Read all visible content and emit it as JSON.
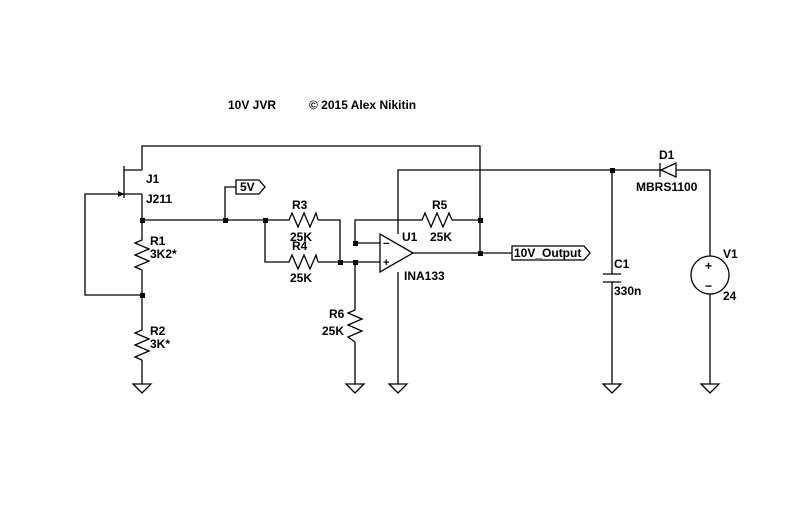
{
  "title": "10V JVR",
  "copyright": "© 2015 Alex Nikitin",
  "components": {
    "j1": {
      "ref": "J1",
      "value": "J211"
    },
    "r1": {
      "ref": "R1",
      "value": "3K2*"
    },
    "r2": {
      "ref": "R2",
      "value": "3K*"
    },
    "r3": {
      "ref": "R3",
      "value": "25K"
    },
    "r4": {
      "ref": "R4",
      "value": "25K"
    },
    "r5": {
      "ref": "R5",
      "value": "25K"
    },
    "r6": {
      "ref": "R6",
      "value": "25K"
    },
    "u1": {
      "ref": "U1",
      "value": "INA133"
    },
    "c1": {
      "ref": "C1",
      "value": "330n"
    },
    "d1": {
      "ref": "D1",
      "value": "MBRS1100"
    },
    "v1": {
      "ref": "V1",
      "value": "24"
    }
  },
  "net_labels": {
    "ref5v": "5V",
    "output": "10V_Output"
  },
  "opamp_signs": {
    "minus": "−",
    "plus": "+"
  },
  "source_signs": {
    "plus": "+",
    "minus": "−"
  }
}
